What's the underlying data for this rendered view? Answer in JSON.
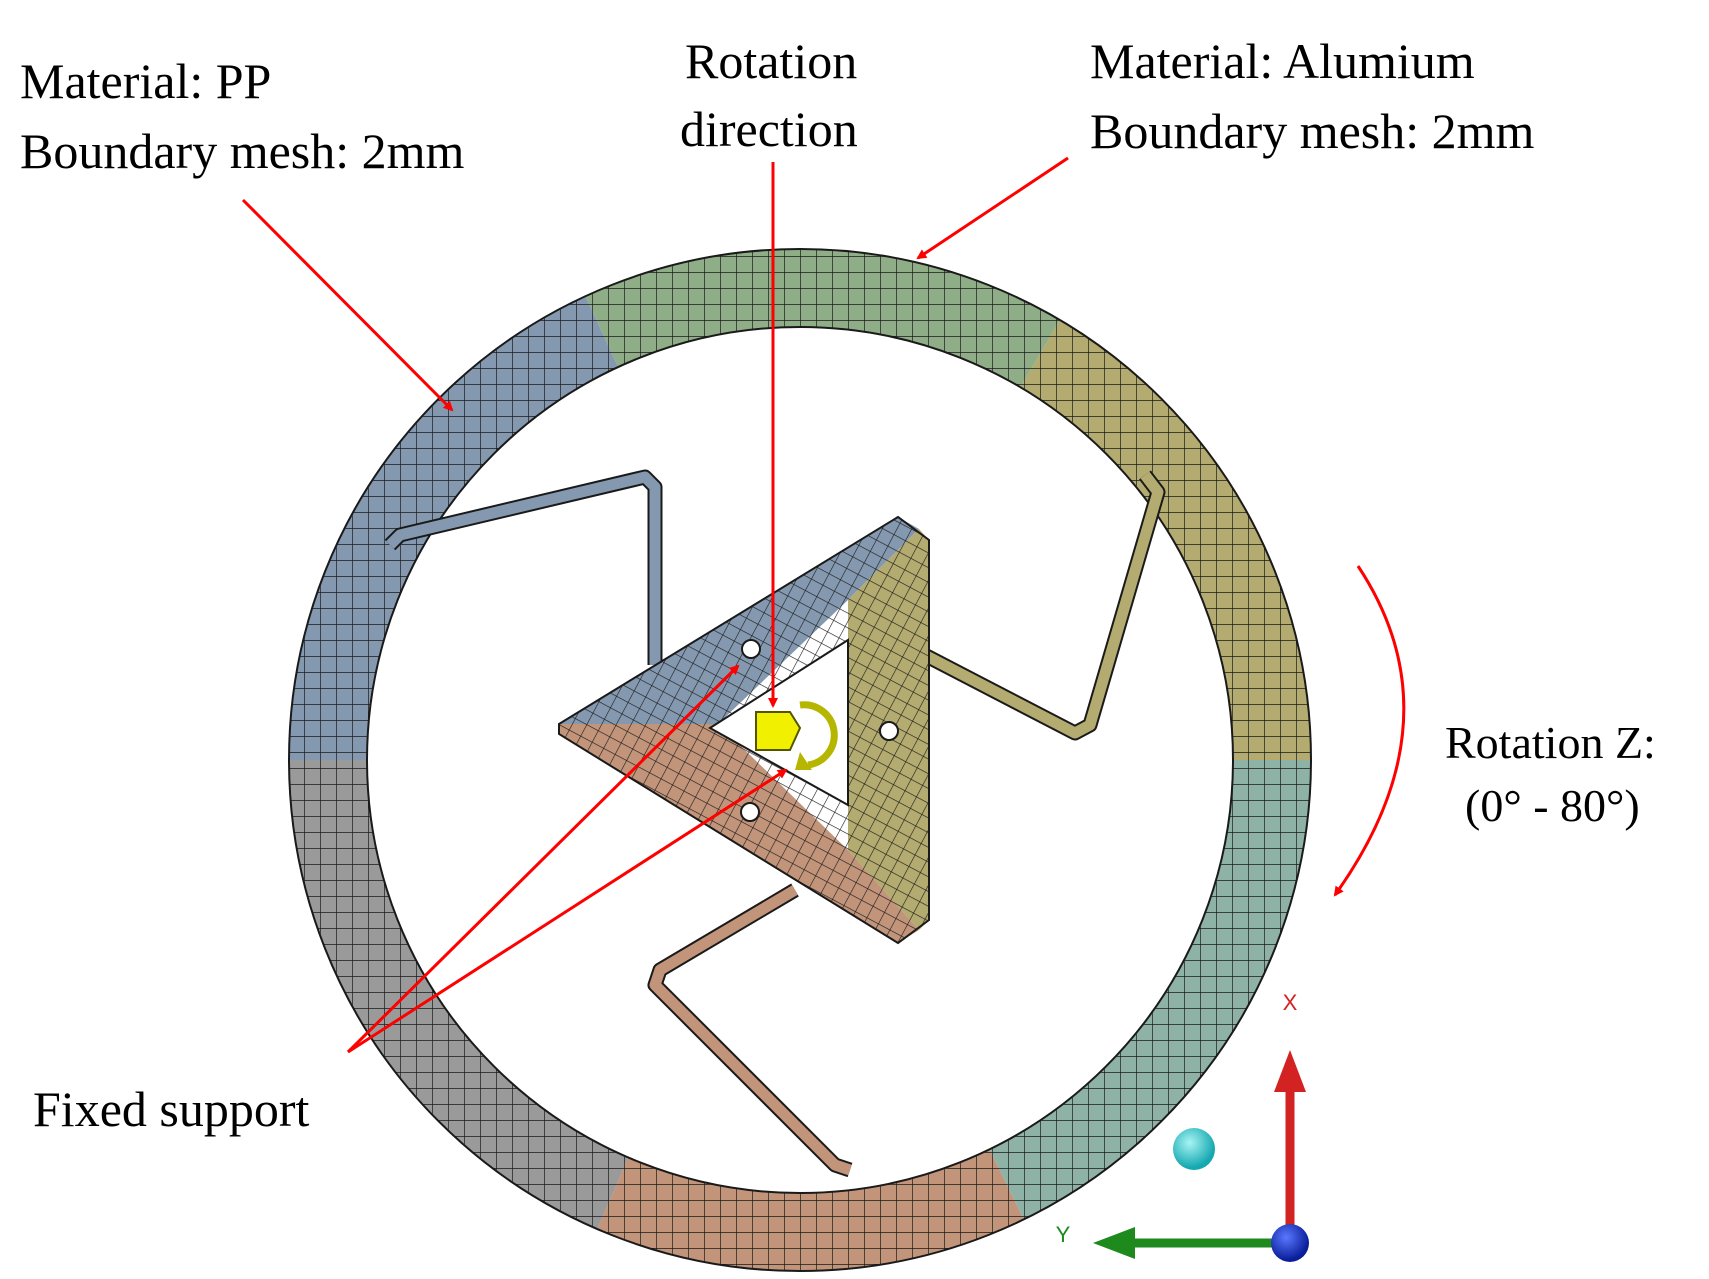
{
  "labels": {
    "pp_material": "Material: PP",
    "pp_mesh": "Boundary mesh: 2mm",
    "rotation_dir_1": "Rotation",
    "rotation_dir_2": "direction",
    "al_material": "Material: Alumium",
    "al_mesh": "Boundary mesh: 2mm",
    "rotation_z_1": "Rotation Z:",
    "rotation_z_2": "(0° - 80°)",
    "fixed_support": "Fixed support"
  },
  "triad": {
    "x_label": "X",
    "y_label": "Y"
  },
  "colors": {
    "blue_region": "#8499b0",
    "green_region": "#8fae88",
    "olive_region": "#b3ab6f",
    "teal_region": "#8fb2a6",
    "gray_region": "#9a9a9a",
    "brown_region": "#c2947a",
    "annotation_red": "#ff0000",
    "mesh_line": "#1a1a1a",
    "marker_yellow": "#f0f000",
    "axis_x": "#d22222",
    "axis_y": "#1e8a1e",
    "axis_origin": "#1133cc",
    "axis_point": "#22c8cc"
  }
}
